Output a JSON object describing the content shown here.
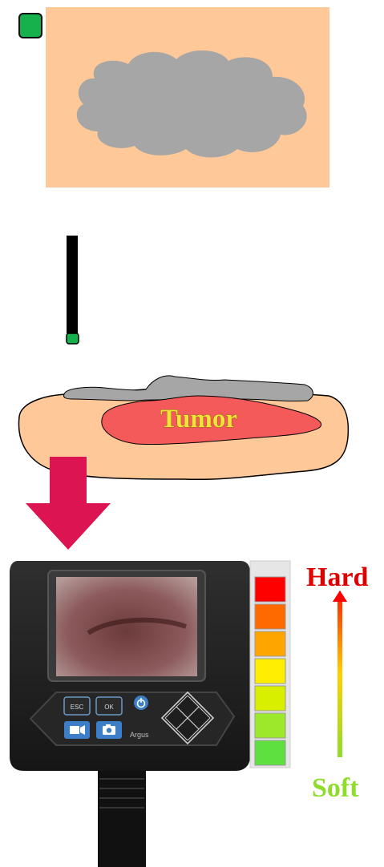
{
  "labels": {
    "tumor": "Tumor",
    "hard": "Hard",
    "soft": "Soft",
    "device_esc": "ESC",
    "device_ok": "OK",
    "device_brand": "Argus"
  },
  "colors": {
    "skin": "#ffc898",
    "cloud": "#a6a6a6",
    "tumor": "#f45a5a",
    "marker": "#16b04c",
    "arrow": "#dc1452",
    "probe": "#000000"
  },
  "hardness_scale": {
    "segments_top_to_bottom": [
      "#ff0000",
      "#ff6a00",
      "#ffa500",
      "#ffee00",
      "#d8f000",
      "#9ce82a",
      "#5ee040"
    ]
  },
  "icons": [
    "camera-icon",
    "video-icon",
    "power-icon",
    "direction-pad-icon"
  ]
}
